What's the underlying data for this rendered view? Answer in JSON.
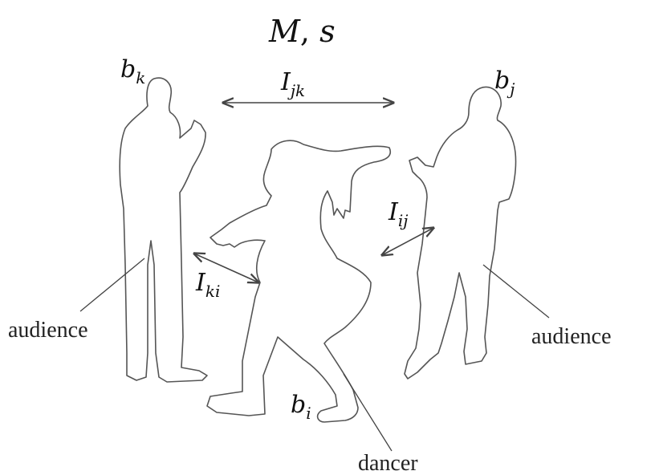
{
  "title": {
    "sym": "M",
    "sep": ", ",
    "sym2": "s"
  },
  "labels": {
    "bk": {
      "base": "b",
      "sub": "k"
    },
    "bj": {
      "base": "b",
      "sub": "j"
    },
    "bi": {
      "base": "b",
      "sub": "i"
    },
    "ijk": {
      "base": "I",
      "sub": "jk"
    },
    "iij": {
      "base": "I",
      "sub": "ij"
    },
    "iki": {
      "base": "I",
      "sub": "ki"
    }
  },
  "captions": {
    "audience_left": "audience",
    "audience_right": "audience",
    "dancer": "dancer"
  },
  "colors": {
    "outline": "#555555",
    "arrow": "#444444",
    "text": "#111111"
  }
}
